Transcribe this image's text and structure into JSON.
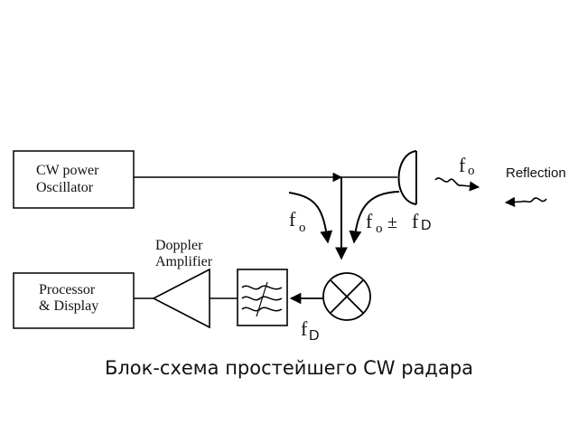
{
  "blocks": {
    "oscillator": {
      "line1": "CW power",
      "line2": "Oscillator"
    },
    "processor": {
      "line1": "Processor",
      "line2": "& Display"
    },
    "amplifier": {
      "line1": "Doppler",
      "line2": "Amplifier"
    }
  },
  "labels": {
    "reflection": "Reflection",
    "f": "f",
    "o": "o",
    "plus_minus": "±",
    "D": "D"
  },
  "caption": "Блок-схема простейшего CW радара"
}
